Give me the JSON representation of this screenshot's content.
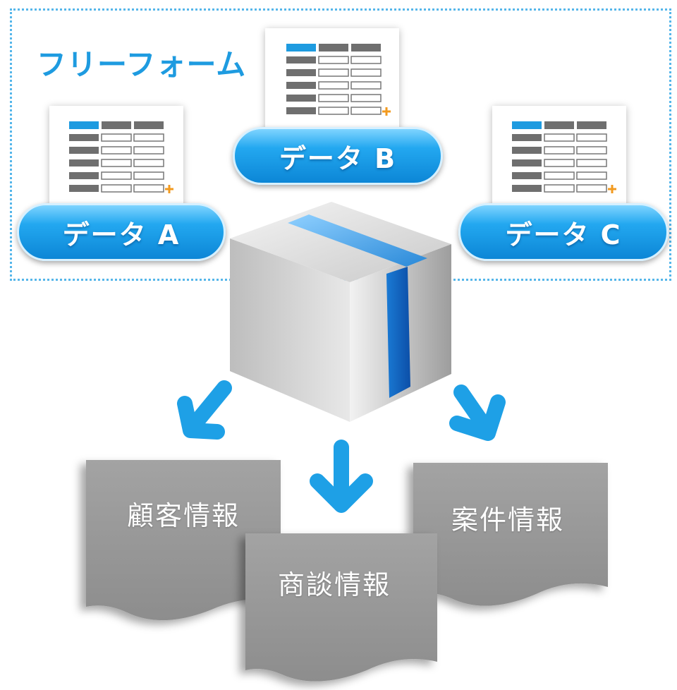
{
  "freeform": {
    "title": "フリーフォーム"
  },
  "sources": [
    {
      "label": "データ A"
    },
    {
      "label": "データ B"
    },
    {
      "label": "データ C"
    }
  ],
  "outputs": [
    {
      "label": "顧客情報"
    },
    {
      "label": "商談情報"
    },
    {
      "label": "案件情報"
    }
  ],
  "colors": {
    "accent": "#1e9be0",
    "pill": "#0c86d6",
    "arrow": "#1ea0e6",
    "document": "#9a9a9a",
    "plus": "#f29a1f"
  }
}
